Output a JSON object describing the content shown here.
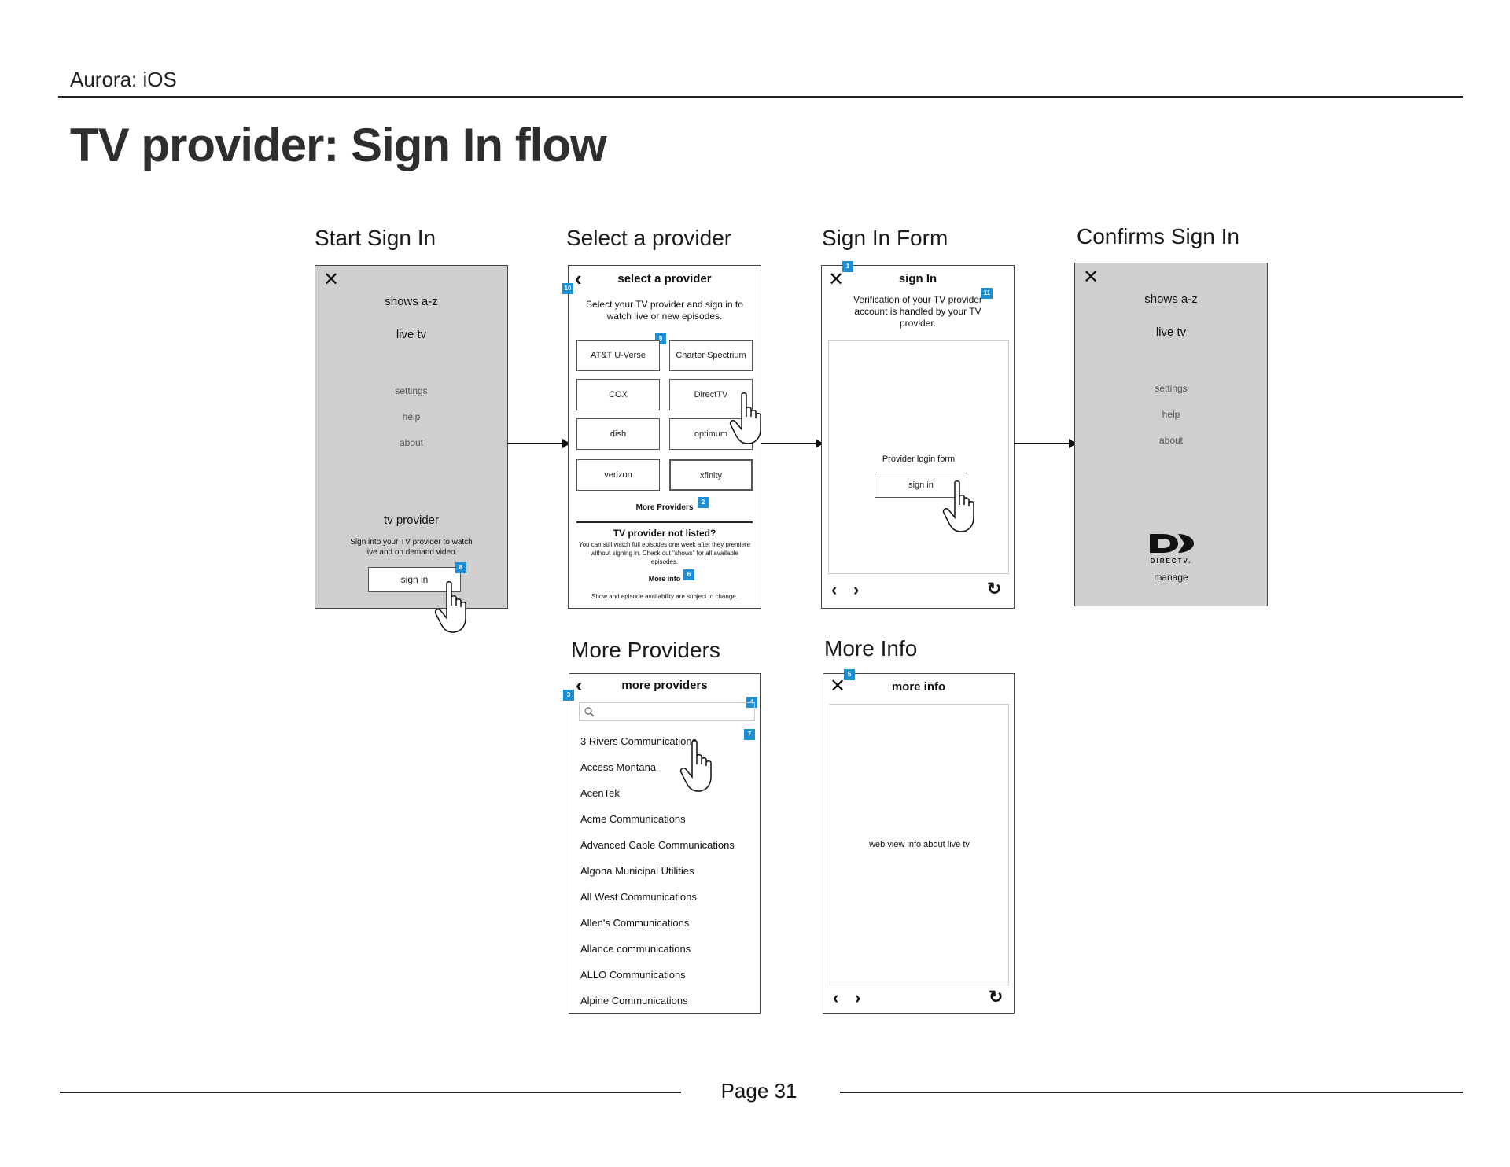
{
  "header": {
    "label": "Aurora: iOS",
    "title": "TV provider: Sign In flow"
  },
  "sections": {
    "start": "Start Sign In",
    "select": "Select a provider",
    "form": "Sign In Form",
    "confirm": "Confirms Sign In",
    "more_providers": "More Providers",
    "more_info": "More Info"
  },
  "start_screen": {
    "close": "✕",
    "menu_primary": [
      "shows a-z",
      "live tv"
    ],
    "menu_secondary": [
      "settings",
      "help",
      "about"
    ],
    "tv_provider_heading": "tv provider",
    "tv_provider_desc": "Sign into your TV provider to watch live and on demand video.",
    "sign_in_button": "sign in",
    "badge": "8"
  },
  "select_screen": {
    "back": "‹",
    "title": "select a provider",
    "subtitle": "Select your TV provider and sign in to watch live or new episodes.",
    "providers": [
      "AT&T U-Verse",
      "Charter Spectrium",
      "COX",
      "DirectTV",
      "dish",
      "optimum",
      "verizon",
      "xfinity"
    ],
    "more_providers": "More Providers",
    "not_listed_heading": "TV provider not listed?",
    "not_listed_desc": "You can still watch full episodes one week after they premiere without signing in. Check out \"shows\" for all available episodes.",
    "more_info": "More info",
    "disclaimer": "Show and episode availability are subject to change.",
    "badges": {
      "back": "10",
      "grid": "9",
      "more_providers": "2",
      "more_info": "6"
    }
  },
  "form_screen": {
    "close": "✕",
    "title": "sign In",
    "desc": "Verification of your TV provider account is handled by your TV provider.",
    "form_label": "Provider login form",
    "sign_in_button": "sign in",
    "nav_back": "‹",
    "nav_forward": "›",
    "refresh": "↻",
    "badges": {
      "close": "1",
      "desc": "11"
    }
  },
  "confirm_screen": {
    "close": "✕",
    "menu_primary": [
      "shows a-z",
      "live tv"
    ],
    "menu_secondary": [
      "settings",
      "help",
      "about"
    ],
    "logo_text": "DIRECTV.",
    "manage": "manage"
  },
  "more_providers_screen": {
    "back": "‹",
    "title": "more providers",
    "items": [
      "3 Rivers Communications",
      "Access Montana",
      "AcenTek",
      "Acme Communications",
      "Advanced Cable Communications",
      "Algona Municipal Utilities",
      "All West Communications",
      "Allen's Communications",
      "Allance communications",
      "ALLO Communications",
      "Alpine Communications"
    ],
    "badges": {
      "back": "3",
      "search": "4",
      "list": "7"
    }
  },
  "more_info_screen": {
    "close": "✕",
    "title": "more info",
    "body": "web view info about live tv",
    "nav_back": "‹",
    "nav_forward": "›",
    "refresh": "↻",
    "badges": {
      "close": "5"
    }
  },
  "footer": {
    "page": "Page 31"
  },
  "colors": {
    "screen_grey": "#cfcfcf",
    "badge_blue": "#1a8fd6"
  }
}
